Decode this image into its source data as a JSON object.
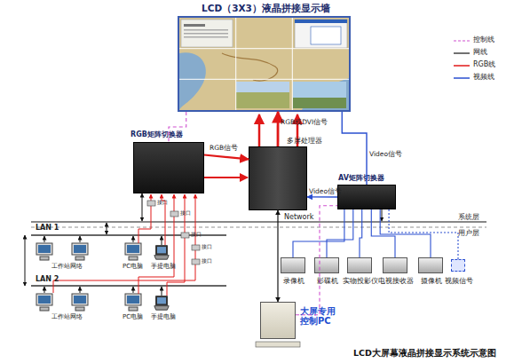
{
  "diagram": {
    "caption": "LCD大屏幕液晶拼接显示系统示意图",
    "nodes": [
      {
        "text": [
          "LCD（3X3）液晶拼接显示墙"
        ]
      },
      {
        "text": [
          "RGB矩阵切换器"
        ]
      },
      {
        "text": [
          "多屏处理器"
        ]
      },
      {
        "text": [
          "AV矩阵切换器"
        ]
      },
      {
        "text": [
          "录像机"
        ]
      },
      {
        "text": [
          "影碟机"
        ]
      },
      {
        "text": [
          "实物投影仪"
        ]
      },
      {
        "text": [
          "电视接收器"
        ]
      },
      {
        "text": [
          "摄像机"
        ]
      },
      {
        "text": [
          "视频信号"
        ]
      },
      {
        "text": [
          "大屏专用 控制PC"
        ]
      }
    ],
    "edges": [
      {
        "from": 1,
        "to": 2,
        "arrow": "to",
        "label": "RGB信号"
      },
      {
        "from": 2,
        "to": 0,
        "arrow": "to",
        "label": "RGB或DVI信号"
      },
      {
        "from": 3,
        "to": 0,
        "arrow": "to",
        "label": "Video信号"
      },
      {
        "from": 3,
        "to": 2,
        "arrow": "to",
        "label": "Video信号"
      },
      {
        "from": 0,
        "to": 1,
        "arrow": "to"
      },
      {
        "from": 10,
        "to": 2,
        "arrow": "both"
      },
      {
        "from": 10,
        "to": 3,
        "arrow": "to"
      },
      {
        "from": 4,
        "to": 3,
        "arrow": "to"
      },
      {
        "from": 5,
        "to": 3,
        "arrow": "to"
      },
      {
        "from": 6,
        "to": 3,
        "arrow": "to"
      },
      {
        "from": 7,
        "to": 3,
        "arrow": "to"
      },
      {
        "from": 8,
        "to": 3,
        "arrow": "to"
      },
      {
        "from": 9,
        "to": 3,
        "arrow": "to"
      }
    ],
    "labels": [
      "LAN 1",
      "LAN 2",
      "工作站网络",
      "PC电脑",
      "手提电脑",
      "工作站网络",
      "PC电脑",
      "手提电脑",
      "Network",
      "系统层",
      "用户层",
      "接口",
      "接口",
      "接口",
      "接口",
      "接口"
    ],
    "legend": [
      {
        "text": "控制线"
      },
      {
        "text": "网线"
      },
      {
        "text": "RGB线"
      },
      {
        "text": "视频线"
      }
    ]
  }
}
